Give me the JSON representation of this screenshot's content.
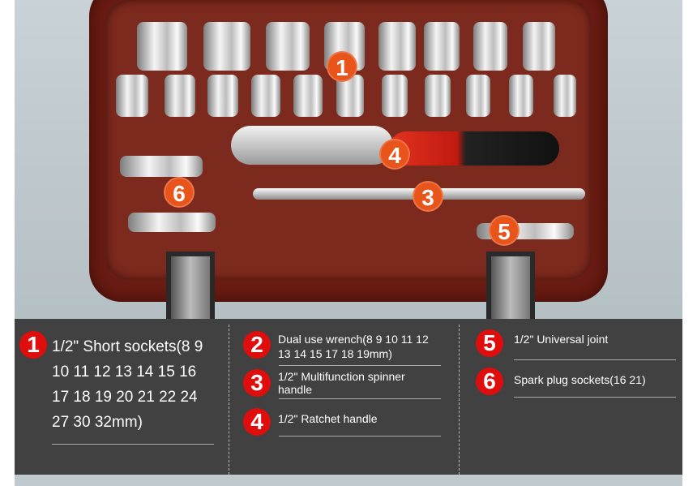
{
  "badges": [
    "1",
    "2",
    "3",
    "4",
    "5",
    "6"
  ],
  "items": [
    {
      "num": "1",
      "text": "1/2\" Short sockets(8 9 10 11 12 13 14 15 16 17 18 19 20 21 22 24 27 30 32mm)",
      "lines": [
        "1/2\" Short sockets(8 9",
        "10 11 12 13 14 15 16",
        "17 18 19 20 21 22 24",
        "27 30 32mm)"
      ]
    },
    {
      "num": "2",
      "lines": [
        "Dual use wrench(8 9 10 11 12",
        "13 14 15 17 18 19mm)"
      ]
    },
    {
      "num": "3",
      "lines": [
        "1/2\" Multifunction spinner",
        "handle"
      ]
    },
    {
      "num": "4",
      "lines": [
        "1/2\" Ratchet handle"
      ]
    },
    {
      "num": "5",
      "lines": [
        "1/2\" Universal joint"
      ]
    },
    {
      "num": "6",
      "lines": [
        "Spark plug sockets(16 21)"
      ]
    }
  ]
}
